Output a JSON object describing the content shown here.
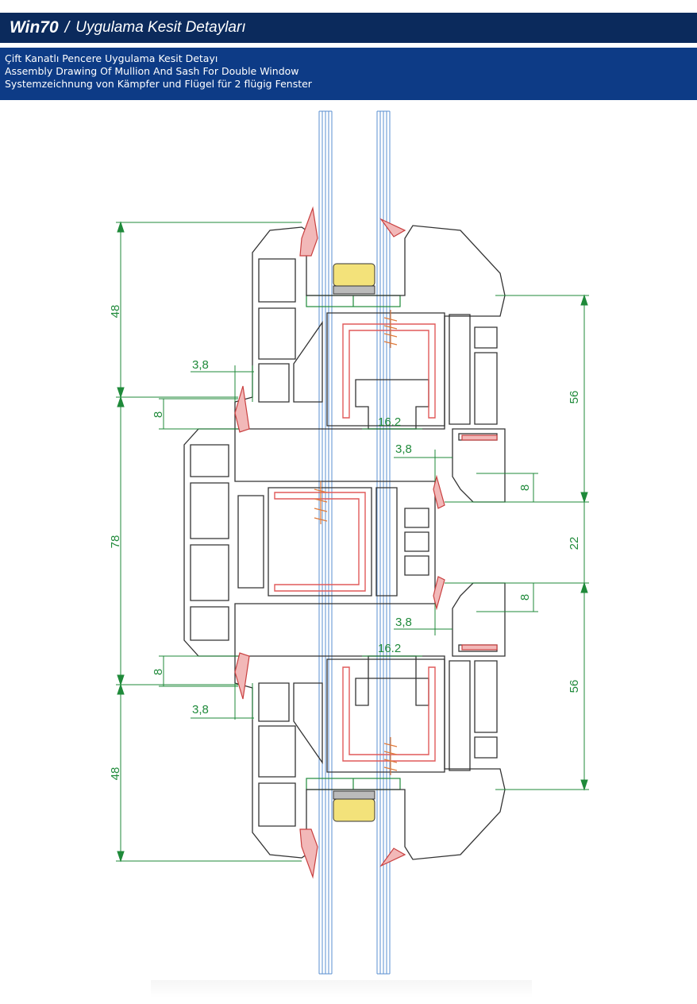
{
  "header": {
    "model": "Win70",
    "separator": "/",
    "title": "Uygulama Kesit Detayları"
  },
  "subtitle": {
    "line_tr": "Çift Kanatlı Pencere Uygulama Kesit Detayı",
    "line_en": "Assembly Drawing Of Mullion And Sash For Double Window",
    "line_de": "Systemzeichnung von Kämpfer und Flügel für 2 flügig Fenster"
  },
  "colors": {
    "header_bg": "#0b2a5c",
    "subtitle_bg": "#0d3b86",
    "profile_stroke": "#333333",
    "dimension_green": "#1f8a3a",
    "steel_red": "#e05a5a",
    "glass_blue": "#5a8fd0",
    "spacer_yellow": "#f3e27a",
    "gasket_red": "#c94040"
  },
  "dimensions": {
    "left_top": "48",
    "left_middle": "78",
    "left_bottom": "48",
    "gap_top": "3,8",
    "gap_bottom": "3,8",
    "overlap_top": "8",
    "overlap_bottom": "8",
    "right_top": "56",
    "right_middle": "22",
    "right_bottom": "56",
    "right_small_top": "8",
    "right_small_bottom": "8",
    "inner_gap_top": "3,8",
    "inner_gap_bottom": "3,8",
    "rebate_top": "16.2",
    "rebate_bottom": "16.2"
  }
}
